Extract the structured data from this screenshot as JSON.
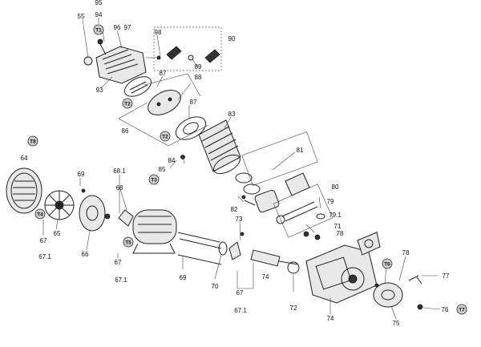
{
  "labels": {
    "l95": "95",
    "l94": "94",
    "l55": "55",
    "l96": "96",
    "l97": "97",
    "l98": "98",
    "l90": "90",
    "l89": "89",
    "l93": "93",
    "l87a": "87",
    "l88": "88",
    "l87b": "87",
    "l86": "86",
    "l83": "83",
    "l85": "85",
    "l84": "84",
    "l81": "81",
    "l80": "80",
    "l82": "82",
    "l79": "79",
    "l791": "79.1",
    "l78a": "78",
    "l71": "71",
    "l64": "64",
    "l69": "69",
    "l681": "68.1",
    "l68": "68",
    "l67a": "67",
    "l671a": "67.1",
    "l65": "65",
    "l66": "66",
    "l67b": "67",
    "l671b": "67.1",
    "l73": "73",
    "l69b": "69",
    "l70": "70",
    "l67c": "67",
    "l671c": "67.1",
    "l74b": "74",
    "l72": "72",
    "l74": "74",
    "l78b": "78",
    "l77": "77",
    "l76": "76",
    "l75": "75"
  },
  "tags": {
    "t1": "T1",
    "t2a": "T2",
    "t2b": "T2",
    "t3": "T3",
    "t4": "T4",
    "t5": "T5",
    "t6": "T6",
    "t7": "T7",
    "t8": "T8"
  }
}
